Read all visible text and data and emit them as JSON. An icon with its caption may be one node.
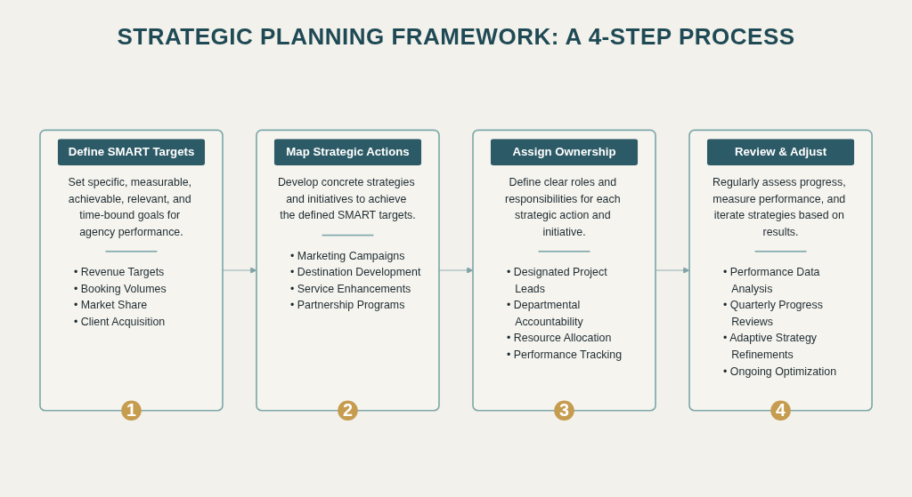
{
  "diagram": {
    "title": "STRATEGIC PLANNING FRAMEWORK: A 4-STEP PROCESS",
    "nodes": [
      {
        "text": [
          "Define SMART Targets",
          "Set specific, measurable, achievable, relevant, and time-bound goals for agency performance.",
          "• Revenue Targets",
          "• Booking Volumes",
          "• Market Share",
          "• Client Acquisition"
        ]
      },
      {
        "text": [
          "1"
        ]
      },
      {
        "text": [
          "Map Strategic Actions",
          "Develop concrete strategies and initiatives to achieve the defined SMART targets.",
          "• Marketing Campaigns",
          "• Destination Development",
          "• Service Enhancements",
          "• Partnership Programs"
        ]
      },
      {
        "text": [
          "2"
        ]
      },
      {
        "text": [
          "Assign Ownership",
          "Define clear roles and responsibilities for each strategic action and initiative.",
          "• Designated Project Leads",
          "• Departmental Accountability",
          "• Resource Allocation",
          "• Performance Tracking"
        ]
      },
      {
        "text": [
          "3"
        ]
      },
      {
        "text": [
          "Review & Adjust",
          "Regularly assess progress, measure performance, and iterate strategies based on results.",
          "• Performance Data Analysis",
          "• Quarterly Progress Reviews",
          "• Adaptive Strategy Refinements",
          "• Ongoing Optimization"
        ]
      },
      {
        "text": [
          "4"
        ]
      }
    ],
    "edges": [
      {
        "from": 0,
        "to": 2,
        "arrow": "to"
      },
      {
        "from": 2,
        "to": 4,
        "arrow": "to"
      },
      {
        "from": 4,
        "to": 6,
        "arrow": "to"
      }
    ]
  }
}
